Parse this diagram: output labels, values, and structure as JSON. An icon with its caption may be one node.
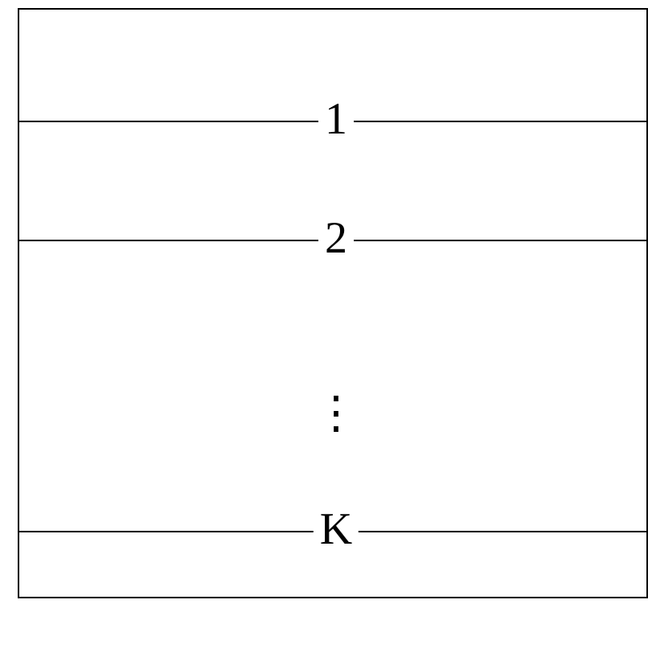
{
  "diagram": {
    "labels": [
      "1",
      "2",
      "⋮",
      "K"
    ]
  }
}
